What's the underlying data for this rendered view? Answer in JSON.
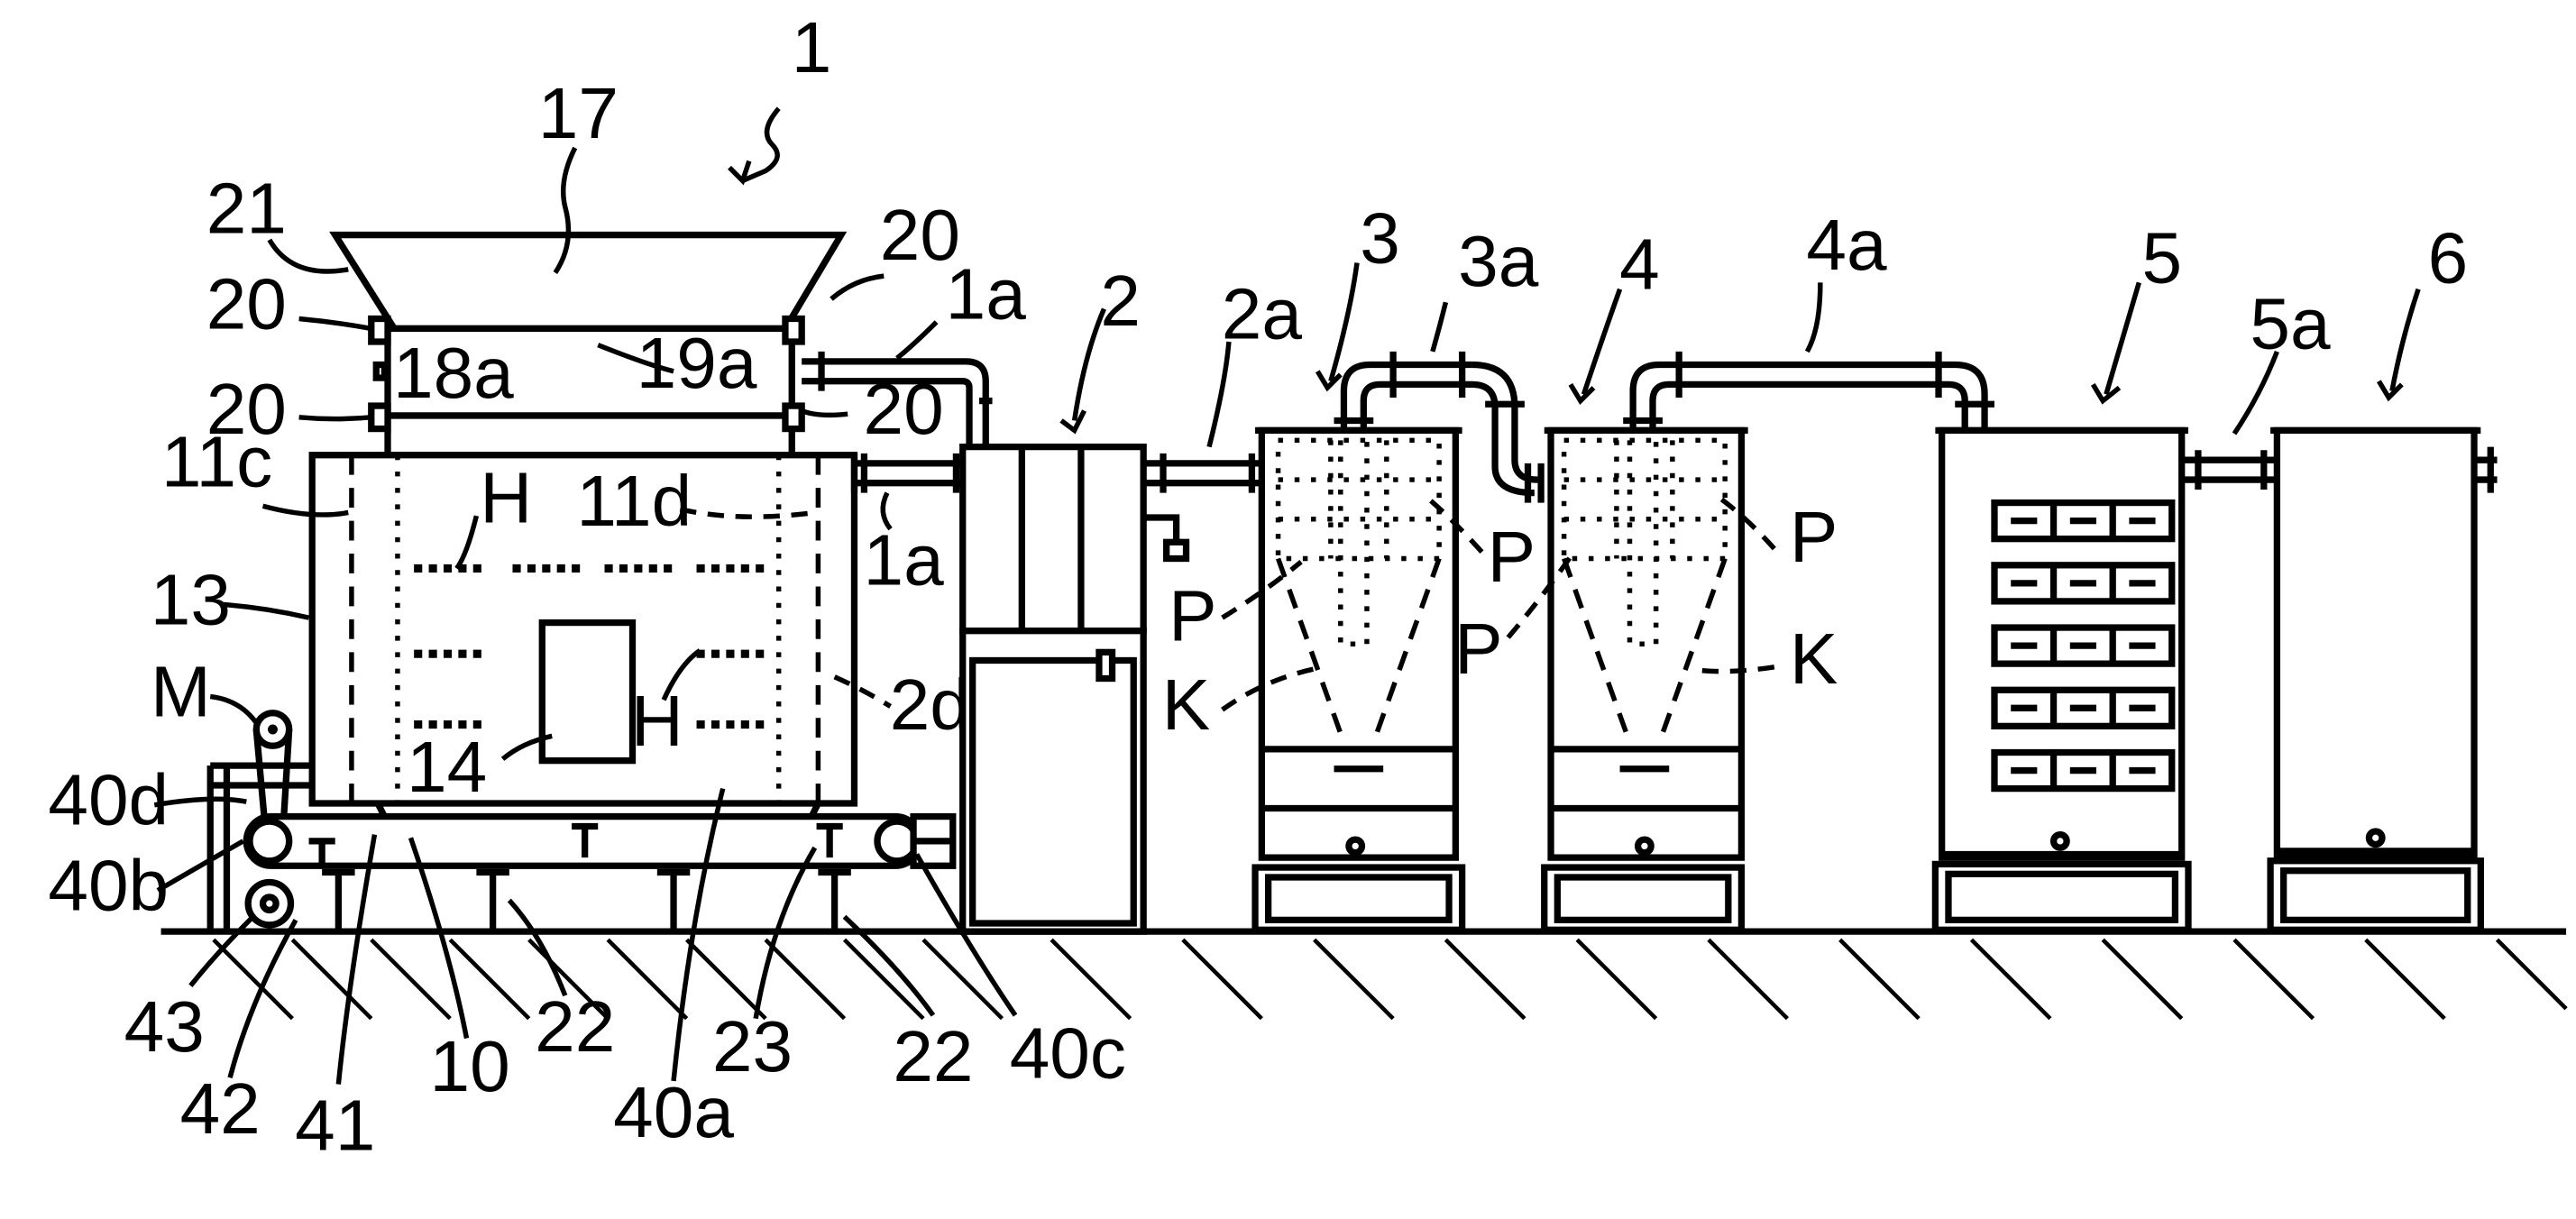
{
  "diagram": {
    "labels": {
      "l1": "1",
      "l17": "17",
      "l21": "21",
      "l20a": "20",
      "l20b": "20",
      "l20c": "20",
      "l20d": "20",
      "l1a_top": "1a",
      "l19a": "19a",
      "l18a": "18a",
      "l1a_bot": "1a",
      "l11c": "11c",
      "l11d": "11d",
      "lH1": "H",
      "lH2": "H",
      "l13": "13",
      "lM": "M",
      "l14": "14",
      "l2d": "2d",
      "l40d": "40d",
      "l40b": "40b",
      "l43": "43",
      "l42": "42",
      "l41": "41",
      "l10": "10",
      "l22a": "22",
      "l22b": "22",
      "l40a": "40a",
      "l23": "23",
      "l40c": "40c",
      "l2": "2",
      "l2a": "2a",
      "l3": "3",
      "l3a": "3a",
      "l4": "4",
      "l4a": "4a",
      "l5": "5",
      "l5a": "5a",
      "l6": "6",
      "lP1": "P",
      "lP2": "P",
      "lP3": "P",
      "lP4": "P",
      "lK1": "K",
      "lK2": "K"
    }
  }
}
